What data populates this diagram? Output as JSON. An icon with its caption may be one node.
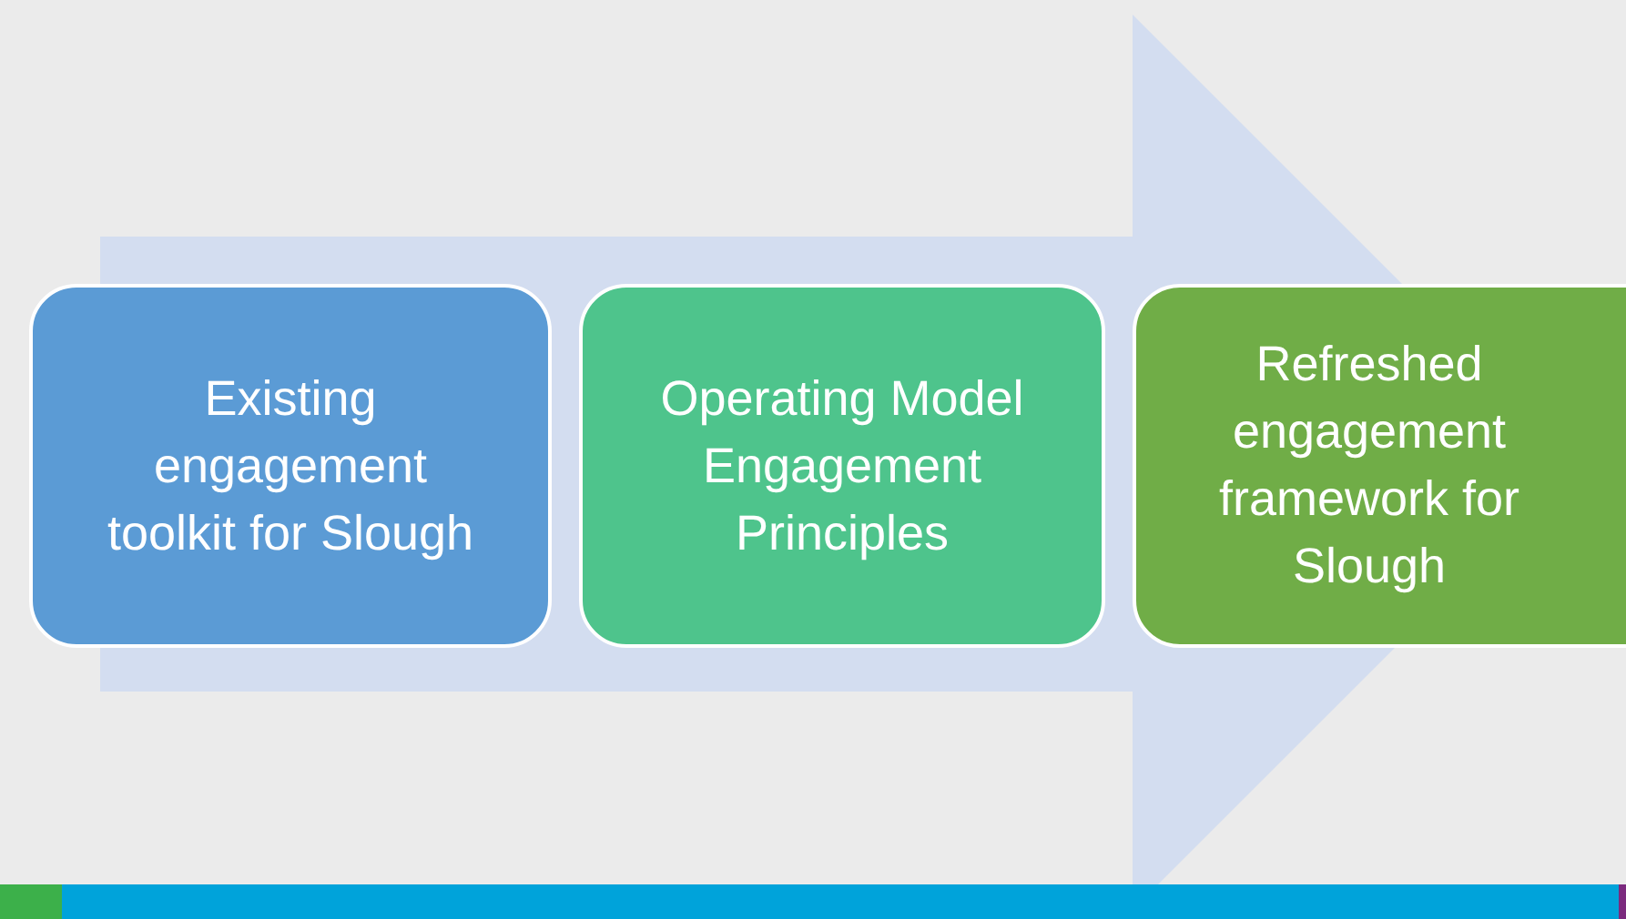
{
  "diagram": {
    "nodes": [
      {
        "text": [
          "Existing engagement toolkit for Slough"
        ]
      },
      {
        "text": [
          "Operating Model Engagement Principles"
        ]
      },
      {
        "text": [
          "Refreshed engagement framework for Slough"
        ]
      }
    ],
    "edges": [
      {
        "from": 0,
        "to": 2,
        "arrow": "to"
      }
    ]
  }
}
